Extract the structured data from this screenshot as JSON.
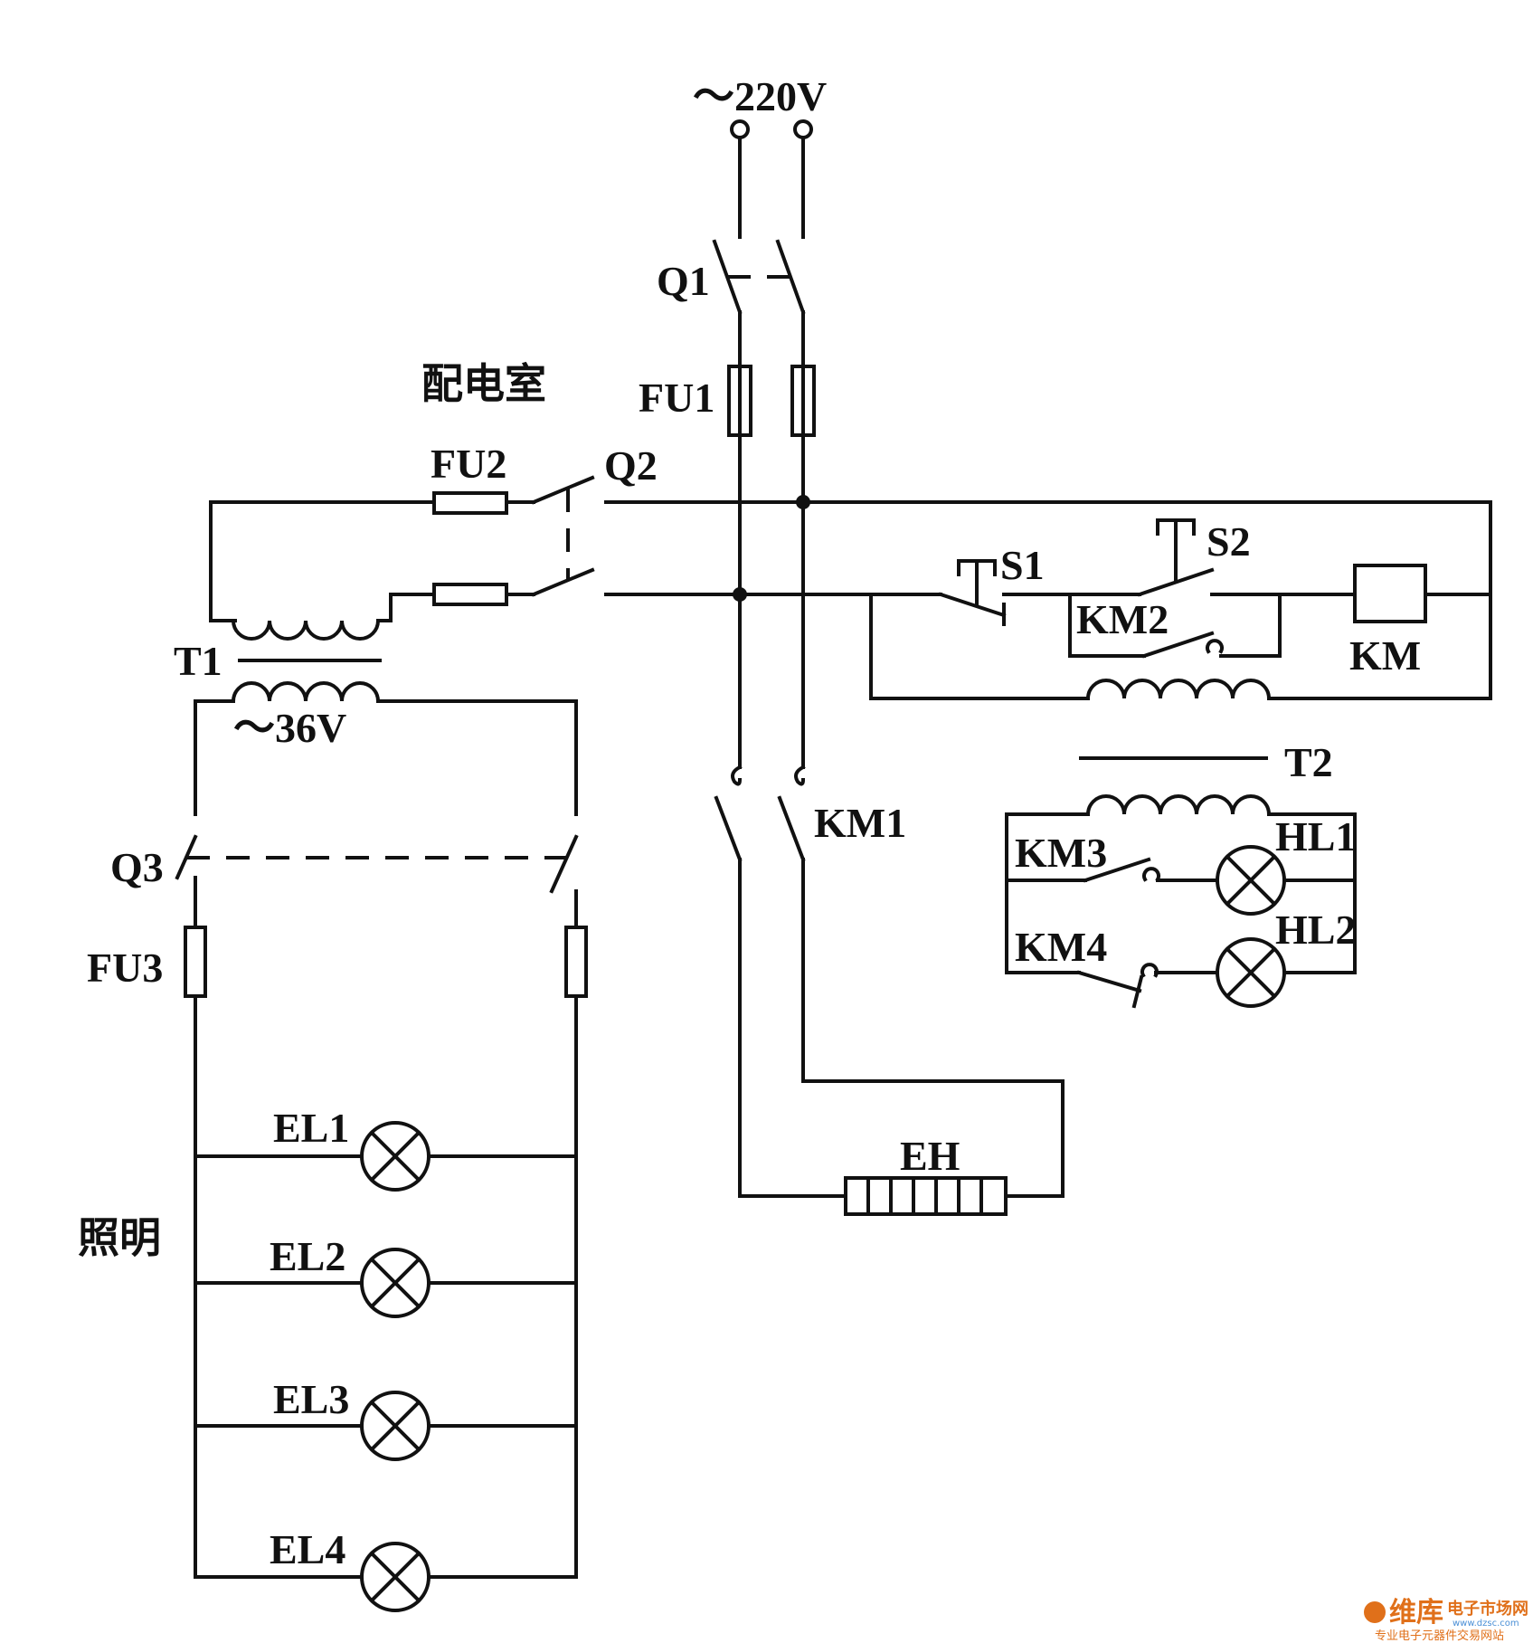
{
  "diagram": {
    "supply_voltage": "～220V",
    "room_label": "配电室",
    "lighting_label": "照明",
    "secondary_voltage": "～36V",
    "components": {
      "Q1": "Q1",
      "FU1": "FU1",
      "FU2": "FU2",
      "Q2": "Q2",
      "T1": "T1",
      "Q3": "Q3",
      "FU3": "FU3",
      "KM1": "KM1",
      "EH": "EH",
      "S1": "S1",
      "S2": "S2",
      "KM2": "KM2",
      "KM": "KM",
      "T2": "T2",
      "KM3": "KM3",
      "KM4": "KM4",
      "HL1": "HL1",
      "HL2": "HL2",
      "EL1": "EL1",
      "EL2": "EL2",
      "EL3": "EL3",
      "EL4": "EL4"
    }
  },
  "watermark": {
    "brand": "维库",
    "site": "电子市场网",
    "url": "www.dzsc.com",
    "slogan": "专业电子元器件交易网站",
    "brand_color": "#e0701a"
  }
}
